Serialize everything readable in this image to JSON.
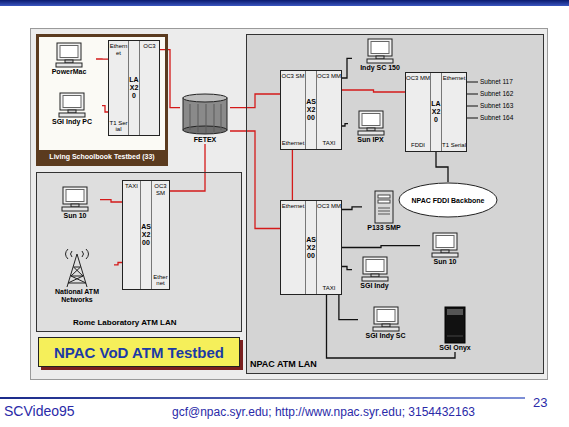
{
  "diagram": {
    "title": "NPAC VoD ATM Testbed",
    "nodes": [
      {
        "text": [
          "Living Schoolbook Testbed (33)"
        ]
      },
      {
        "text": [
          "PowerMac"
        ],
        "in": 0
      },
      {
        "text": [
          "SGI Indy PC"
        ],
        "in": 0
      },
      {
        "text": [
          "Ethernet",
          "T1 Serial",
          "LAX20",
          "OC3"
        ],
        "in": 0
      },
      {
        "text": [
          "Rome Laboratory ATM LAN"
        ]
      },
      {
        "text": [
          "Sun 10"
        ],
        "in": 4
      },
      {
        "text": [
          "National ATM Networks"
        ],
        "in": 4
      },
      {
        "text": [
          "TAXI",
          "ASX200",
          "OC3 SM",
          "Ethernet"
        ],
        "in": 4
      },
      {
        "text": [
          "FETEX"
        ]
      },
      {
        "text": [
          "NPAC ATM LAN"
        ]
      },
      {
        "text": [
          "OC3 SM",
          "Ethernet",
          "ASX200",
          "OC3 MM",
          "TAXI"
        ],
        "in": 9
      },
      {
        "text": [
          "Indy SC 150"
        ],
        "in": 9
      },
      {
        "text": [
          "Sun IPX"
        ],
        "in": 9
      },
      {
        "text": [
          "OC3 MM",
          "FDDI",
          "LAX20",
          "Ethernet",
          "T1 Serial"
        ],
        "in": 9
      },
      {
        "text": [
          "NPAC FDDI Backbone"
        ],
        "in": 9
      },
      {
        "text": [
          "OC3 MM",
          "TAXI",
          "ASX200",
          "Ethernet"
        ],
        "in": 9
      },
      {
        "text": [
          "P133 SMP"
        ],
        "in": 9
      },
      {
        "text": [
          "Sun 10"
        ],
        "in": 9
      },
      {
        "text": [
          "SGI Indy"
        ],
        "in": 9
      },
      {
        "text": [
          "SGI Indy SC"
        ],
        "in": 9
      },
      {
        "text": [
          "SGI Onyx"
        ],
        "in": 9
      }
    ],
    "edges": [
      {
        "from": 1,
        "to": 3,
        "arrow": "none"
      },
      {
        "from": 2,
        "to": 3,
        "arrow": "none"
      },
      {
        "from": 3,
        "to": 8,
        "arrow": "none"
      },
      {
        "from": 7,
        "to": 8,
        "arrow": "none"
      },
      {
        "from": 5,
        "to": 7,
        "arrow": "none"
      },
      {
        "from": 6,
        "to": 7,
        "arrow": "none"
      },
      {
        "from": 8,
        "to": 10,
        "arrow": "none"
      },
      {
        "from": 8,
        "to": 15,
        "arrow": "none"
      },
      {
        "from": 10,
        "to": 13,
        "arrow": "none"
      },
      {
        "from": 10,
        "to": 11,
        "arrow": "none"
      },
      {
        "from": 10,
        "to": 12,
        "arrow": "none"
      },
      {
        "from": 10,
        "to": 15,
        "arrow": "none"
      },
      {
        "from": 13,
        "to": 14,
        "arrow": "none"
      },
      {
        "from": 15,
        "to": 16,
        "arrow": "none"
      },
      {
        "from": 15,
        "to": 17,
        "arrow": "none"
      },
      {
        "from": 15,
        "to": 18,
        "arrow": "none"
      },
      {
        "from": 15,
        "to": 19,
        "arrow": "none"
      },
      {
        "from": 15,
        "to": 20,
        "arrow": "none"
      }
    ],
    "labels": [
      "Subnet 117",
      "Subnet 162",
      "Subnet 163",
      "Subnet 164",
      "SCVideo95",
      "gcf@npac.syr.edu; http://www.npac.syr.edu; 3154432163",
      "23"
    ]
  }
}
